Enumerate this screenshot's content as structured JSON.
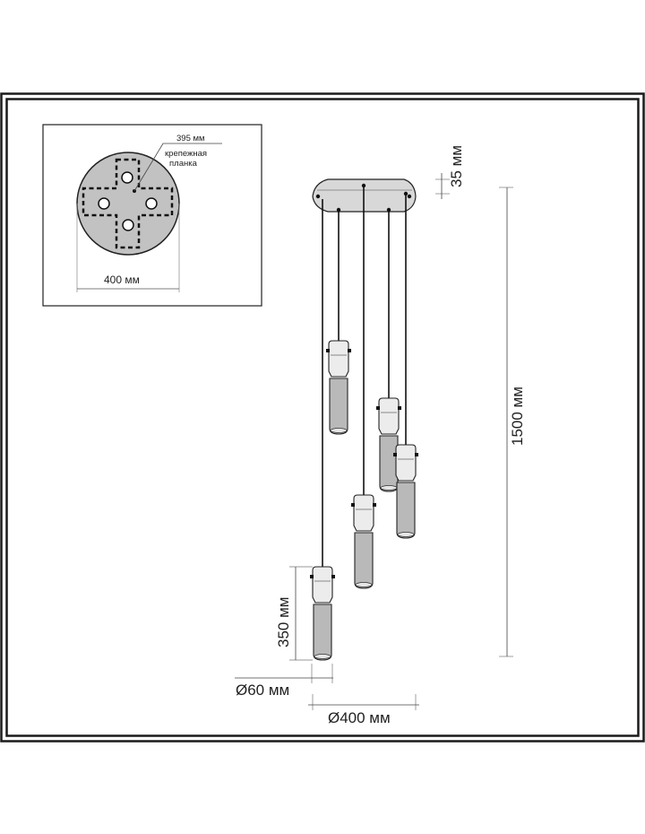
{
  "inset": {
    "width_label": "400 мм",
    "plate_size_label": "395 мм",
    "plate_name_line1": "крепежная",
    "plate_name_line2": "планка"
  },
  "dimensions": {
    "canopy_height": "35 мм",
    "total_height": "1500 мм",
    "shade_height": "350 мм",
    "shade_diameter": "Ø60 мм",
    "canopy_diameter": "Ø400 мм"
  }
}
